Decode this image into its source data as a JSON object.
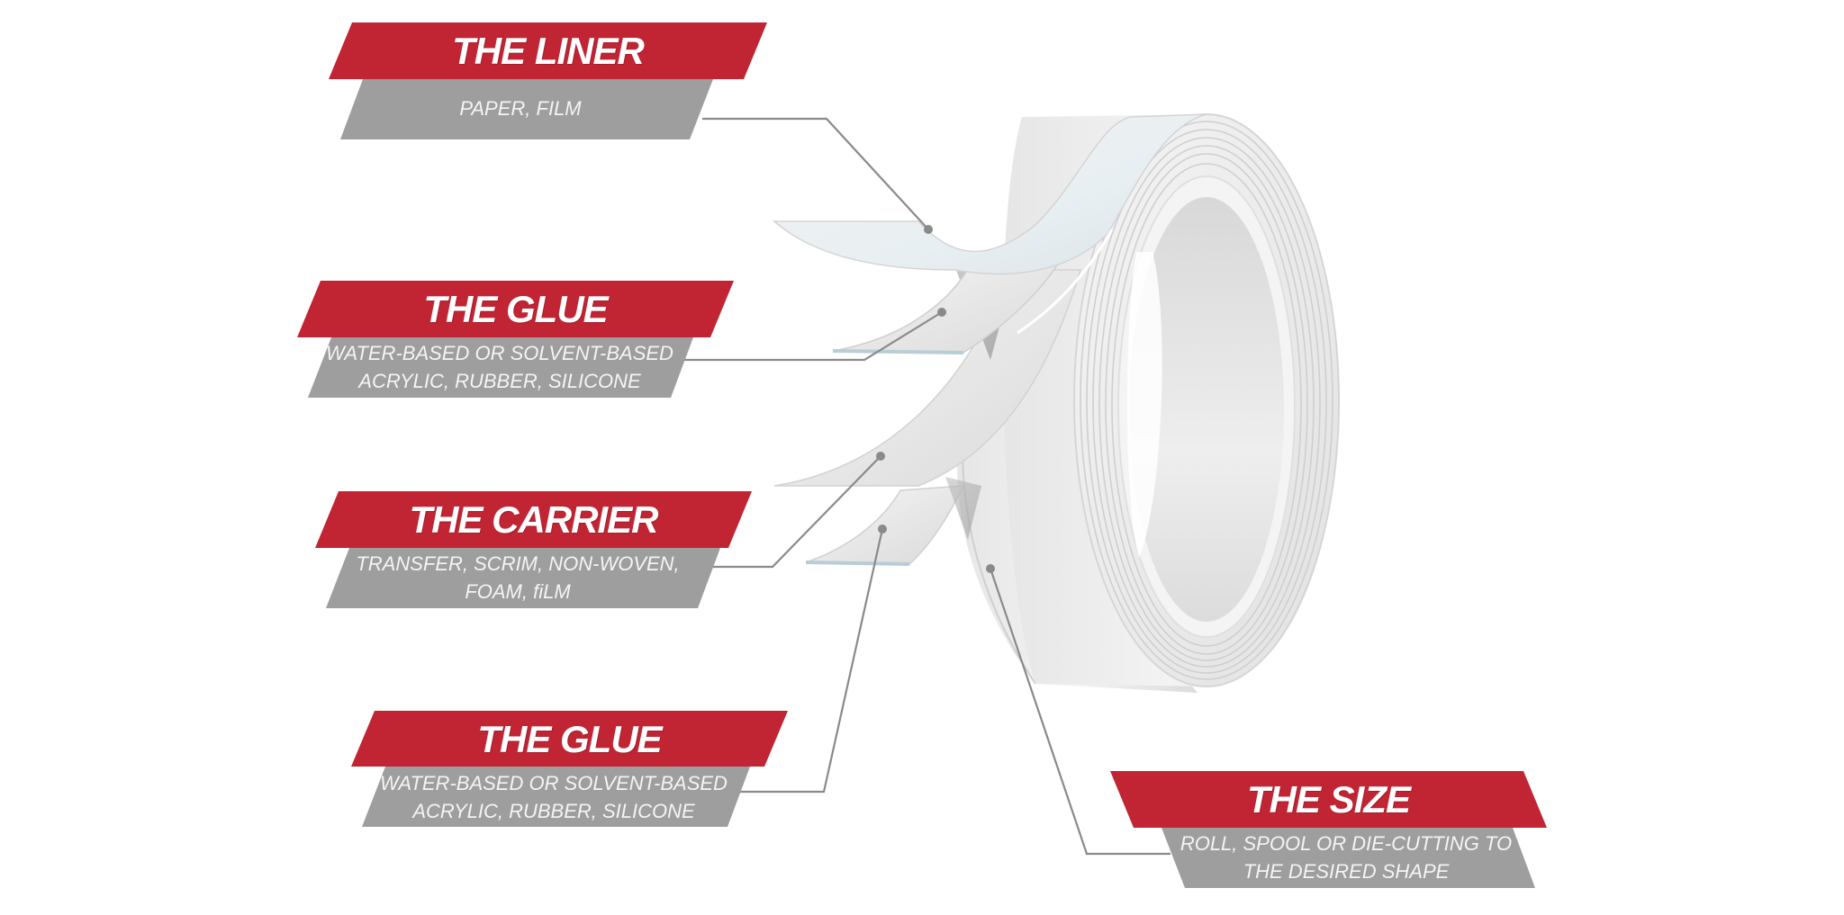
{
  "colors": {
    "banner_red": "#c12433",
    "banner_grey": "#9e9e9e",
    "leader_line": "#8a8a8a",
    "background": "#ffffff"
  },
  "labels": [
    {
      "id": "liner",
      "title": "THE LINER",
      "lines": [
        "PAPER, FILM"
      ]
    },
    {
      "id": "glue-top",
      "title": "THE GLUE",
      "lines": [
        "WATER-BASED OR SOLVENT-BASED",
        "ACRYLIC, RUBBER, SILICONE"
      ]
    },
    {
      "id": "carrier",
      "title": "THE CARRIER",
      "lines": [
        "TRANSFER, SCRIM, NON-WOVEN,",
        "FOAM, fiLM"
      ]
    },
    {
      "id": "glue-bottom",
      "title": "THE GLUE",
      "lines": [
        "WATER-BASED OR SOLVENT-BASED",
        "ACRYLIC, RUBBER, SILICONE"
      ]
    },
    {
      "id": "size",
      "title": "THE SIZE",
      "lines": [
        "ROLL, SPOOL OR DIE-CUTTING TO",
        "THE DESIRED SHAPE"
      ]
    }
  ],
  "illustration": {
    "subject": "double-sided adhesive tape roll with peeled layers"
  }
}
